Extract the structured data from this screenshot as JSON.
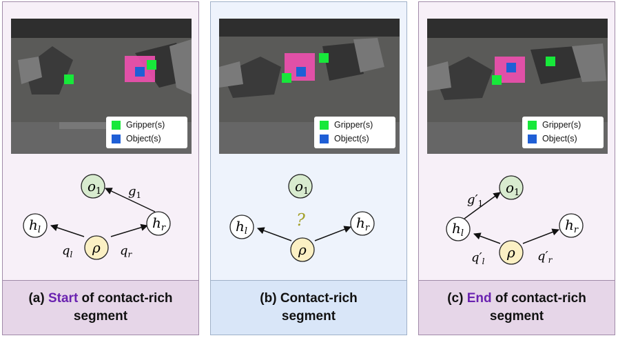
{
  "legend": {
    "gripper_label": "Gripper(s)",
    "object_label": "Object(s)",
    "gripper_color": "#17e83a",
    "object_color": "#1f5fd6"
  },
  "panels": [
    {
      "caption_prefix": "(a) ",
      "caption_accent": "Start",
      "caption_suffix": " of contact-rich",
      "caption_line2": "segment",
      "nodes": {
        "object": "o",
        "object_sub": "1",
        "left_hand": "h",
        "left_sub": "l",
        "right_hand": "h",
        "right_sub": "r",
        "root": "ρ"
      },
      "edges": {
        "left": "q",
        "left_sub": "l",
        "right": "q",
        "right_sub": "r",
        "grasp": "g",
        "grasp_sub": "1"
      }
    },
    {
      "caption_prefix": "(b) ",
      "caption_accent": "",
      "caption_suffix": "Contact-rich",
      "caption_line2": "segment",
      "nodes": {
        "object": "o",
        "object_sub": "1",
        "left_hand": "h",
        "left_sub": "l",
        "right_hand": "h",
        "right_sub": "r",
        "root": "ρ"
      },
      "unknown_mark": "?"
    },
    {
      "caption_prefix": "(c) ",
      "caption_accent": "End",
      "caption_suffix": " of contact-rich",
      "caption_line2": "segment",
      "nodes": {
        "object": "o",
        "object_sub": "1",
        "left_hand": "h",
        "left_sub": "l",
        "right_hand": "h",
        "right_sub": "r",
        "root": "ρ"
      },
      "edges": {
        "left": "q′",
        "left_sub": "l",
        "right": "q′",
        "right_sub": "r",
        "grasp": "g′",
        "grasp_sub": "1"
      }
    }
  ]
}
